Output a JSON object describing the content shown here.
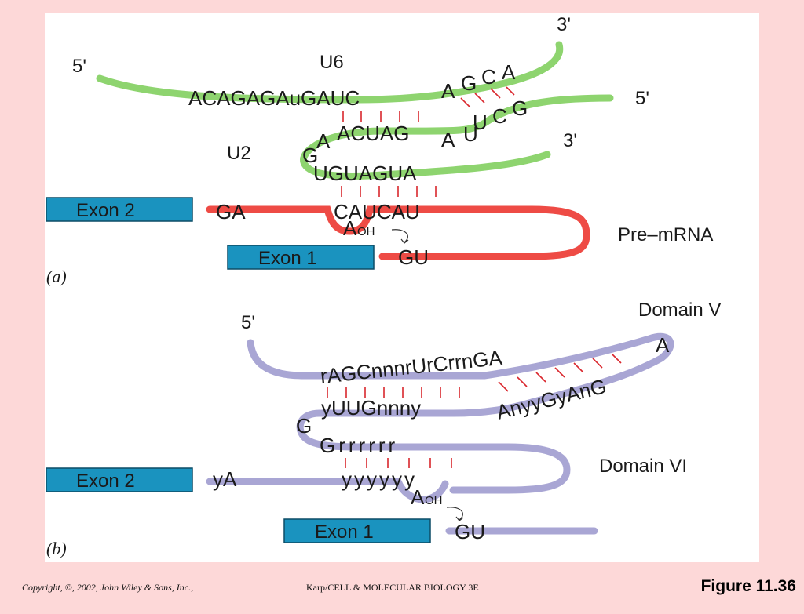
{
  "panel_a": {
    "u6_label": "U6",
    "u2_label": "U2",
    "u6_5prime": "5'",
    "u6_3prime": "3'",
    "u2_5prime": "5'",
    "u2_3prime": "3'",
    "u6_seq": "ACAGAGAuGAUC",
    "u6_loop": [
      "A",
      "G",
      "C",
      "A"
    ],
    "u2_loop_top": [
      "G",
      "C",
      "U"
    ],
    "u2_inner": "ACUAG",
    "u2_inner_A": "A",
    "u2_inner_U": "U",
    "u2_G": "G",
    "u2_A": "A",
    "u2_branch_seq": "UGUAGUA",
    "mrna_seq": "CAUCAU",
    "mrna_GA": "GA",
    "aoh_A": "A",
    "aoh_OH": "OH",
    "gu": "GU",
    "pre_mrna_label": "Pre–mRNA",
    "exon2": "Exon 2",
    "exon1": "Exon 1",
    "panel_label": "(a)"
  },
  "panel_b": {
    "five_prime": "5'",
    "domain_v": "Domain V",
    "domain_vi": "Domain VI",
    "top_seq": "rAGCnnnrUrCrrnGA",
    "loop_A": "A",
    "bottom_right_seq": "AnyyGyAnG",
    "bottom_left_seq": "yUUGnnny",
    "g_label": "G",
    "vi_top": "Grrrrrr",
    "vi_bottom": "yyyyyy",
    "ya": "yA",
    "aoh_A": "A",
    "aoh_OH": "OH",
    "gu": "GU",
    "exon2": "Exon 2",
    "exon1": "Exon 1",
    "panel_label": "(b)"
  },
  "footer": {
    "copyright": "Copyright, ©, 2002, John Wiley & Sons, Inc.,",
    "book": "Karp/CELL & MOLECULAR BIOLOGY 3E",
    "figure": "Figure 11.36"
  },
  "colors": {
    "background": "#fdd8d8",
    "u6_u2_strand": "#8ed46f",
    "pre_mrna_strand": "#ee4b45",
    "intron_strand": "#a9a6d4",
    "exon_box": "#1a93bf",
    "base_pair": "#d9262c"
  }
}
